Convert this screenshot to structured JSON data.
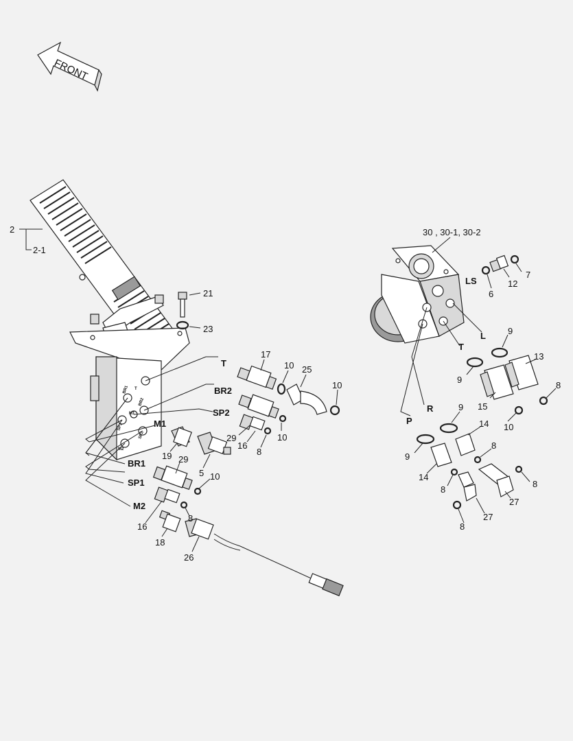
{
  "front_arrow": {
    "label": "FRONT"
  },
  "callouts": {
    "c2": "2",
    "c2_1": "2-1",
    "c21": "21",
    "c23": "23",
    "c17": "17",
    "c10a": "10",
    "c25": "25",
    "c10b": "10",
    "c29a": "29",
    "c16a": "16",
    "c10c": "10",
    "c8a": "8",
    "c19": "19",
    "c5": "5",
    "c29b": "29",
    "c10d": "10",
    "c16b": "16",
    "c8b": "8",
    "c18": "18",
    "c26": "26",
    "c30": "30 , 30-1, 30-2",
    "c7": "7",
    "c12": "12",
    "c6": "6",
    "c9a": "9",
    "c13": "13",
    "c9b": "9",
    "c8c": "8",
    "c15": "15",
    "c10e": "10",
    "c9c": "9",
    "c14a": "14",
    "c9d": "9",
    "c8d": "8",
    "c14b": "14",
    "c8e": "8",
    "c8f": "8",
    "c27a": "27",
    "c27b": "27",
    "c8g": "8"
  },
  "ports": {
    "T1": "T",
    "BR2": "BR2",
    "SP2": "SP2",
    "M1": "M1",
    "BR1": "BR1",
    "SP1": "SP1",
    "M2": "M2",
    "LS": "LS",
    "L": "L",
    "T2": "T",
    "R": "R",
    "P": "P"
  },
  "block_marks": {
    "br1": "BR1",
    "t": "T",
    "m1": "M1",
    "br2": "BR2",
    "sp1": "SP1",
    "sp2": "SP2",
    "m2": "M2"
  }
}
